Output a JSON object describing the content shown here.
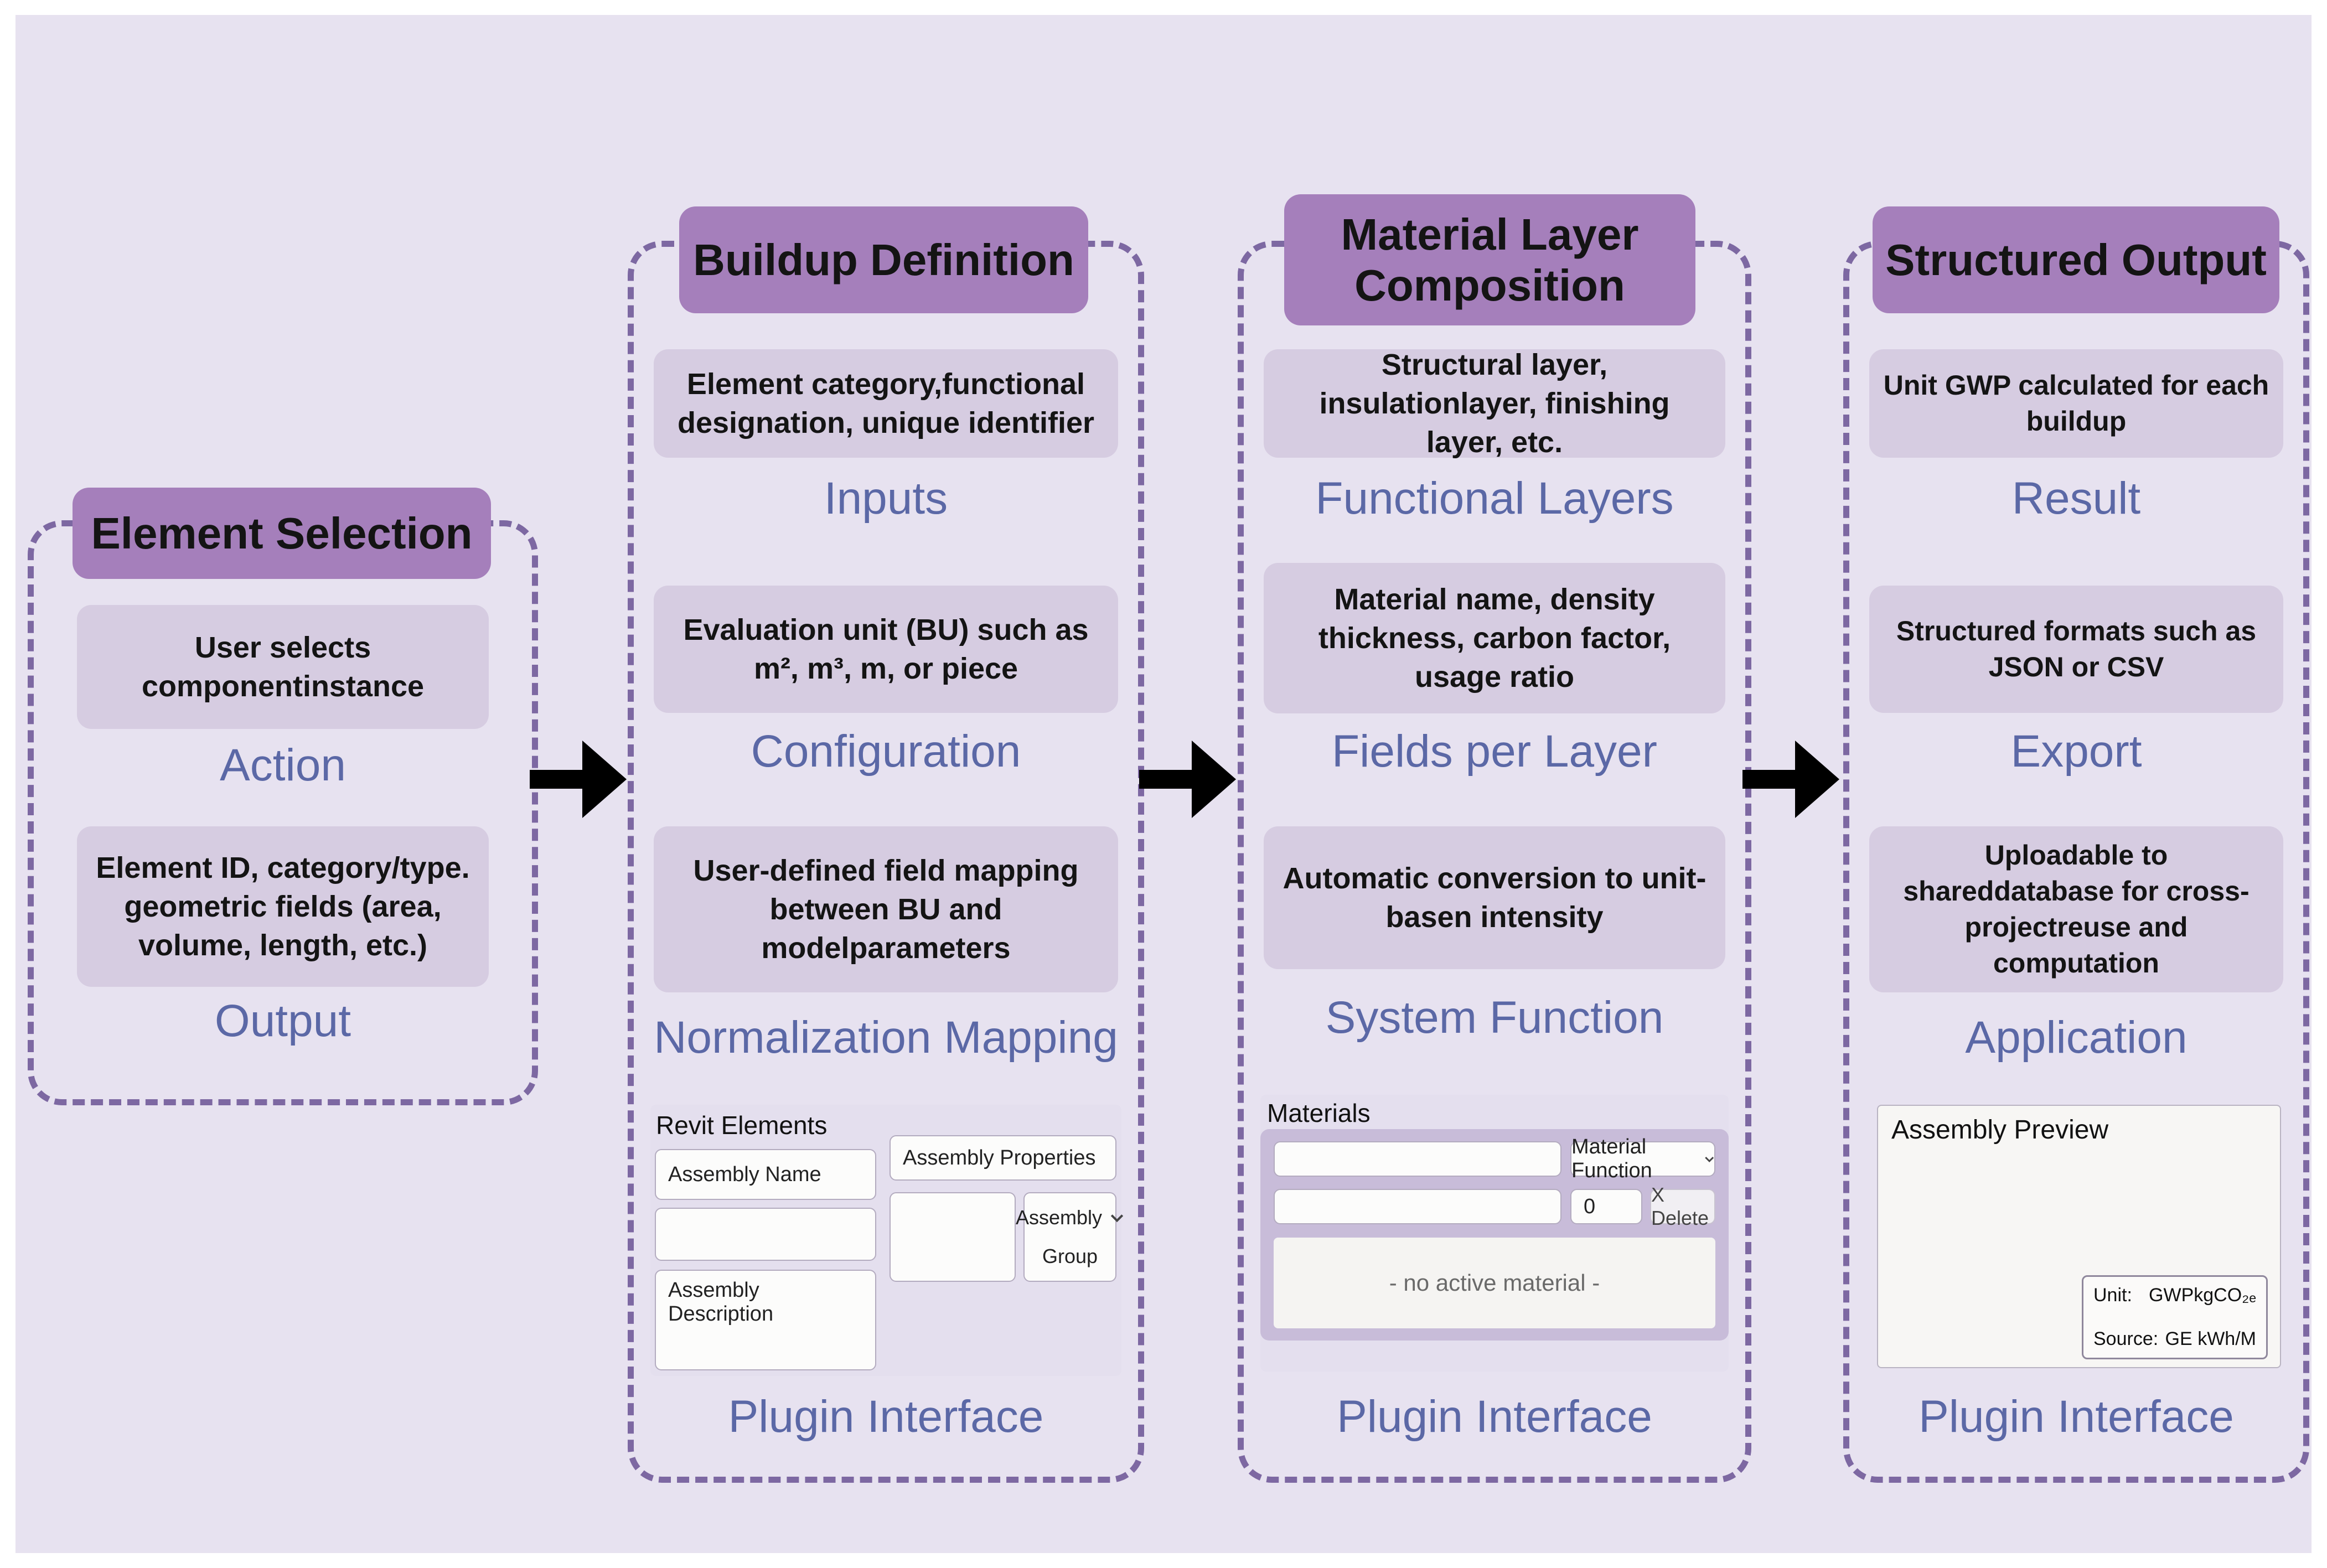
{
  "colors": {
    "background": "#e7e2f0",
    "header_fill": "#a57fbb",
    "card_fill": "#d6cce1",
    "label_text": "#5b68a6",
    "dashed_border": "#7d68a2",
    "arrow": "#000000"
  },
  "columns": [
    {
      "title": "Element Selection",
      "sections": [
        {
          "text": "User selects componentinstance",
          "label": "Action"
        },
        {
          "text": "Element ID, category/type. geometric fields (area, volume, length, etc.)",
          "label": "Output"
        }
      ]
    },
    {
      "title": "Buildup Definition",
      "sections": [
        {
          "text": "Element category,functional designation, unique identifier",
          "label": "Inputs"
        },
        {
          "text": "Evaluation unit (BU) such as m², m³, m, or piece",
          "label": "Configuration"
        },
        {
          "text": "User-defined field mapping between BU and modelparameters",
          "label": "Normalization Mapping"
        }
      ],
      "footer_label": "Plugin Interface",
      "plugin": {
        "title": "Revit Elements",
        "name_field": "Assembly Name",
        "description_field": "Assembly Description",
        "properties_field": "Assembly Properties",
        "group_field_line1": "Assembly",
        "group_field_line2": "Group"
      }
    },
    {
      "title": "Material Layer Composition",
      "sections": [
        {
          "text": "Structural layer, insulationlayer, finishing layer, etc.",
          "label": "Functional Layers"
        },
        {
          "text": "Material name, density thickness, carbon factor, usage ratio",
          "label": "Fields per Layer"
        },
        {
          "text": "Automatic conversion to unit-basen intensity",
          "label": "System Function"
        }
      ],
      "footer_label": "Plugin Interface",
      "plugin": {
        "title": "Materials",
        "material_function_dropdown": "Material Function",
        "quantity_value": "0",
        "delete_button": "X Delete",
        "empty_state": "- no active material -"
      }
    },
    {
      "title": "Structured Output",
      "sections": [
        {
          "text": "Unit GWP calculated for each buildup",
          "label": "Result"
        },
        {
          "text": "Structured formats such as JSON or CSV",
          "label": "Export"
        },
        {
          "text": "Uploadable to shareddatabase for cross-projectreuse and computation",
          "label": "Application"
        }
      ],
      "footer_label": "Plugin Interface",
      "plugin": {
        "title": "Assembly Preview",
        "unit_label": "Unit:",
        "unit_metric": "GWP",
        "unit_value": "kgCO₂ₑ",
        "source_label": "Source:",
        "source_metric": "GE",
        "source_value": "kWh/M"
      }
    }
  ]
}
